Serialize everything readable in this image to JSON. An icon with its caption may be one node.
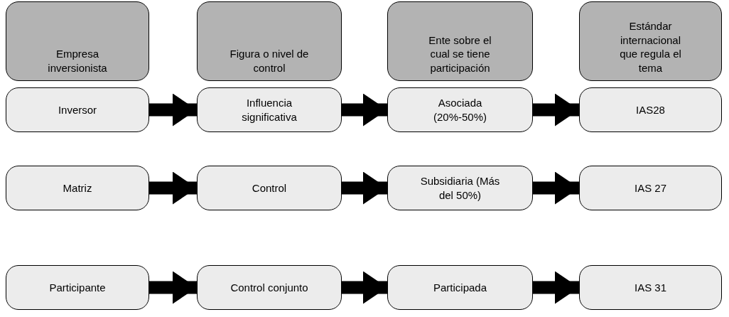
{
  "diagram": {
    "nodes": [
      {
        "text": [
          "Empresa inversionista"
        ]
      },
      {
        "text": [
          "Figura o nivel de control"
        ]
      },
      {
        "text": [
          "Ente sobre el cual se tiene participación"
        ]
      },
      {
        "text": [
          "Estándar internacional que regula el tema"
        ]
      },
      {
        "text": [
          "Inversor"
        ]
      },
      {
        "text": [
          "Influencia significativa"
        ]
      },
      {
        "text": [
          "Asociada (20%-50%)"
        ]
      },
      {
        "text": [
          "IAS28"
        ]
      },
      {
        "text": [
          "Matriz"
        ]
      },
      {
        "text": [
          "Control"
        ]
      },
      {
        "text": [
          "Subsidiaria (Más del 50%)"
        ]
      },
      {
        "text": [
          "IAS 27"
        ]
      },
      {
        "text": [
          "Participante"
        ]
      },
      {
        "text": [
          "Control conjunto"
        ]
      },
      {
        "text": [
          "Participada"
        ]
      },
      {
        "text": [
          "IAS 31"
        ]
      }
    ],
    "edges": [
      {
        "from": 4,
        "to": 5,
        "arrow": "to"
      },
      {
        "from": 5,
        "to": 6,
        "arrow": "to"
      },
      {
        "from": 6,
        "to": 7,
        "arrow": "to"
      },
      {
        "from": 8,
        "to": 9,
        "arrow": "to"
      },
      {
        "from": 9,
        "to": 10,
        "arrow": "to"
      },
      {
        "from": 10,
        "to": 11,
        "arrow": "to"
      },
      {
        "from": 12,
        "to": 13,
        "arrow": "to"
      },
      {
        "from": 13,
        "to": 14,
        "arrow": "to"
      },
      {
        "from": 14,
        "to": 15,
        "arrow": "to"
      }
    ]
  }
}
